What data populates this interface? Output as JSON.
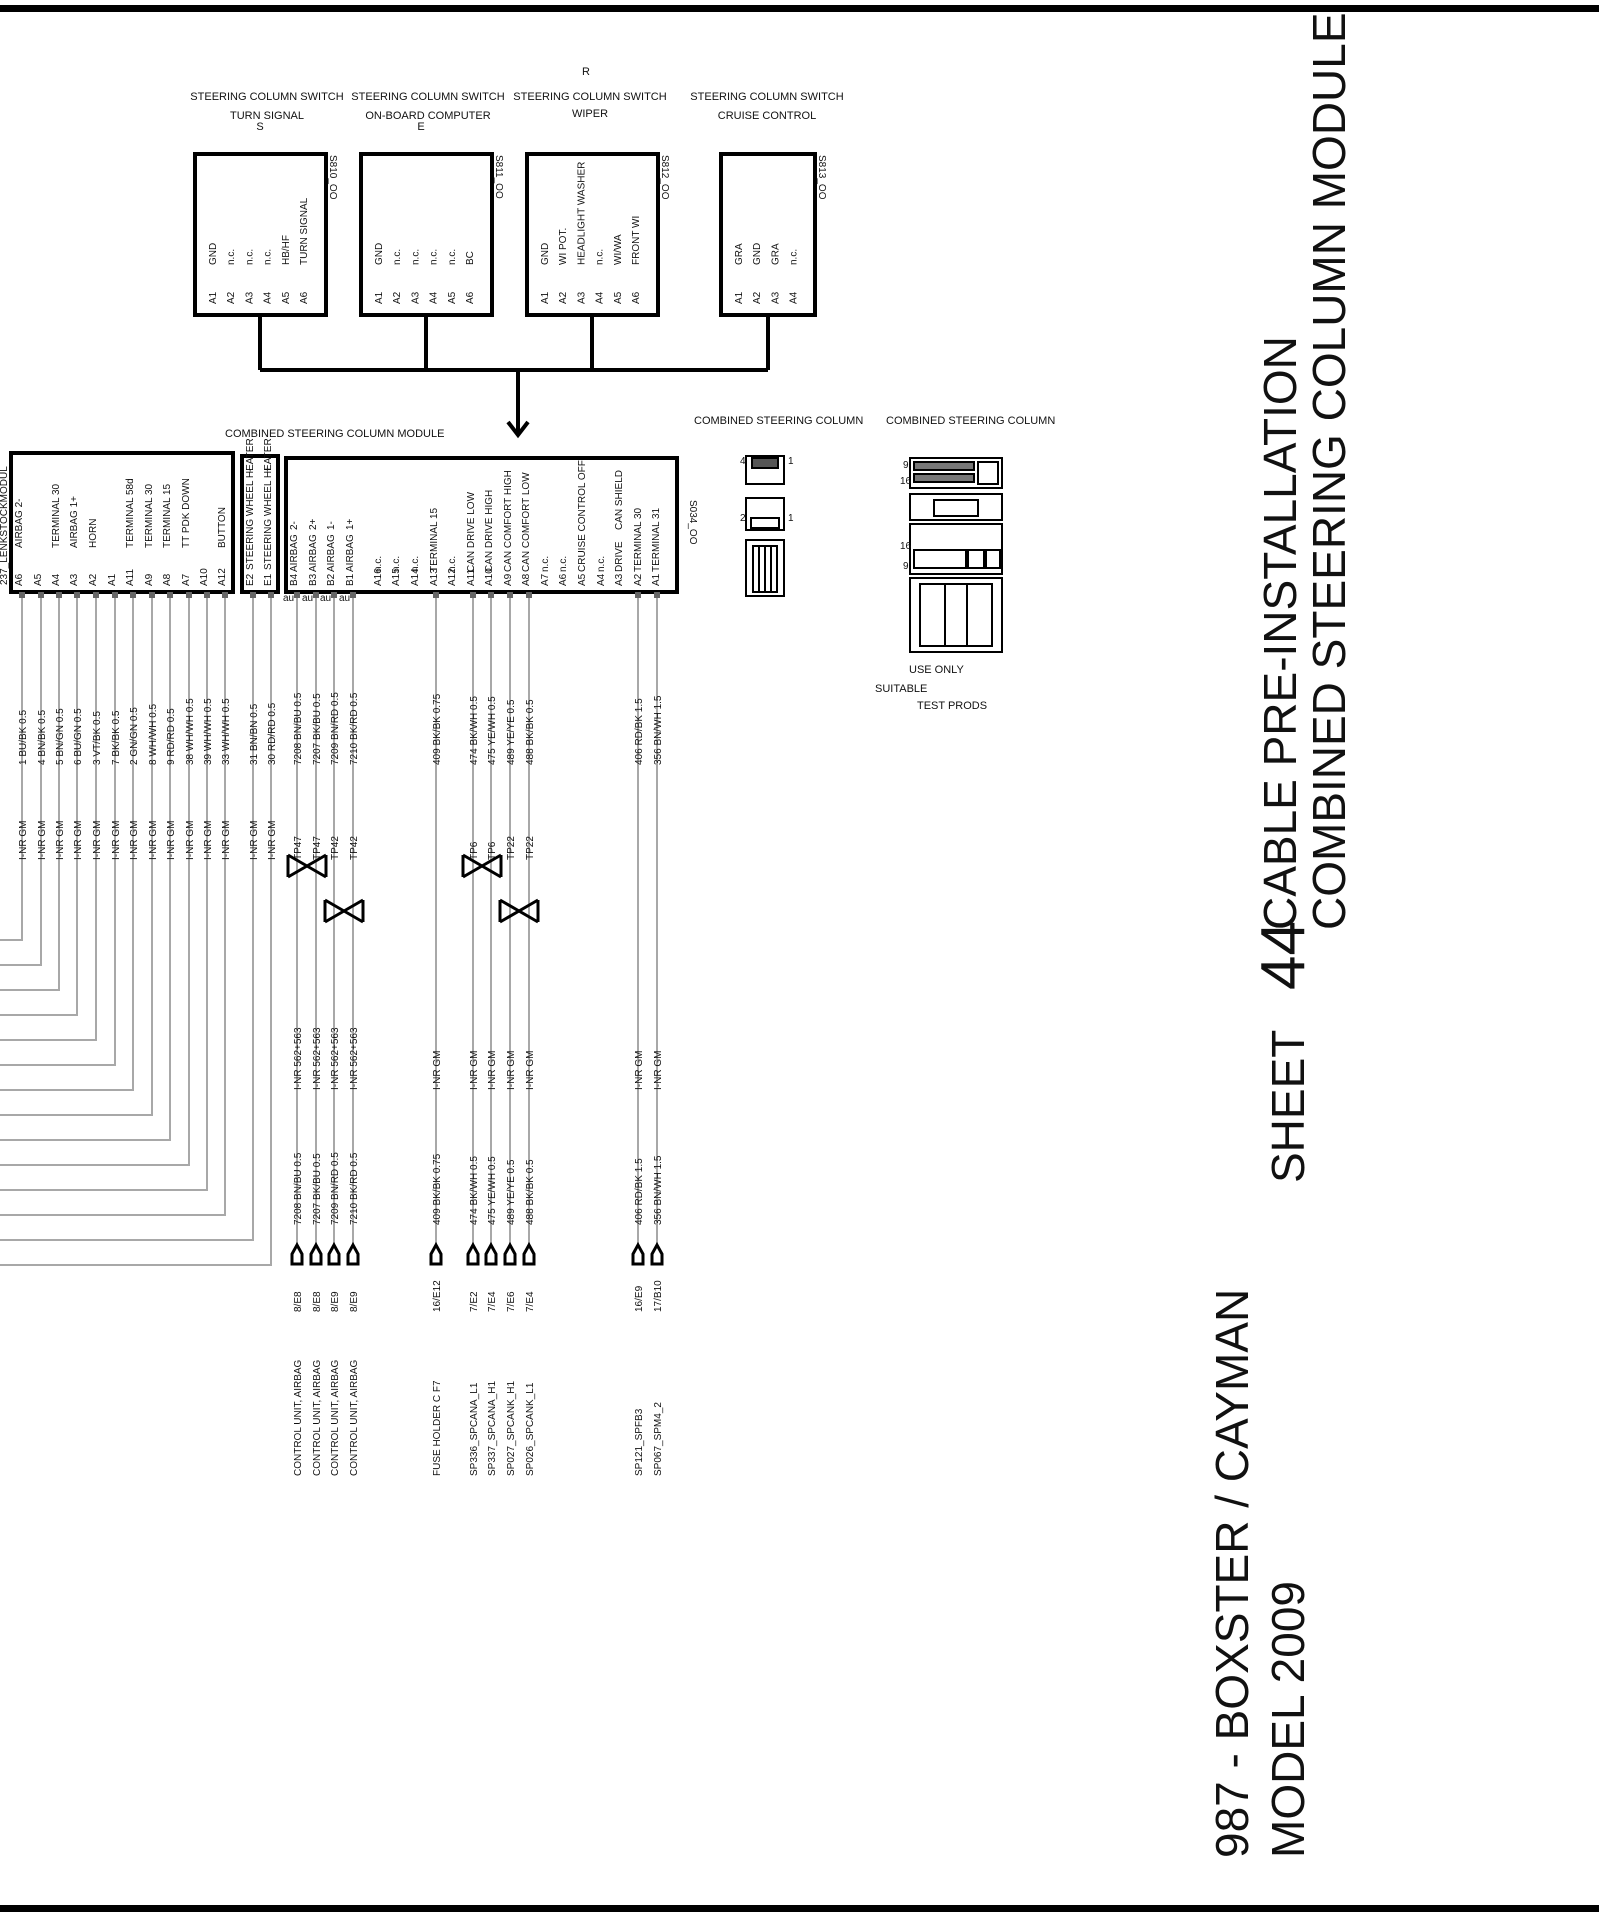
{
  "switches": [
    {
      "header": "STEERING COLUMN SWITCH",
      "sub": "TURN SIGNAL",
      "letter": "S",
      "code": "S810_OO",
      "pins": [
        [
          "A1",
          "GND"
        ],
        [
          "A2",
          "n.c."
        ],
        [
          "A3",
          "n.c."
        ],
        [
          "A4",
          "n.c."
        ],
        [
          "A5",
          "HB/HF"
        ],
        [
          "A6",
          "TURN SIGNAL"
        ]
      ]
    },
    {
      "header": "STEERING COLUMN SWITCH",
      "sub": "ON-BOARD COMPUTER",
      "letter": "E",
      "code": "S811_OO",
      "pins": [
        [
          "A1",
          "GND"
        ],
        [
          "A2",
          "n.c."
        ],
        [
          "A3",
          "n.c."
        ],
        [
          "A4",
          "n.c."
        ],
        [
          "A5",
          "n.c."
        ],
        [
          "A6",
          "BC"
        ]
      ]
    },
    {
      "header": "STEERING COLUMN SWITCH",
      "sub": "WIPER",
      "letter": "R",
      "code": "S812_OO",
      "pins": [
        [
          "A1",
          "GND"
        ],
        [
          "A2",
          "WI POT."
        ],
        [
          "A3",
          "HEADLIGHT WASHER"
        ],
        [
          "A4",
          "n.c."
        ],
        [
          "A5",
          "WI/WA"
        ],
        [
          "A6",
          "FRONT WI"
        ]
      ]
    },
    {
      "header": "STEERING COLUMN SWITCH",
      "sub": "CRUISE CONTROL",
      "letter": "",
      "code": "S813_OO",
      "pins": [
        [
          "A1",
          "GRA"
        ],
        [
          "A2",
          "GND"
        ],
        [
          "A3",
          "GRA"
        ],
        [
          "A4",
          "n.c."
        ]
      ]
    }
  ],
  "module": {
    "title": "COMBINED STEERING COLUMN MODULE",
    "left_code": "237_LENKSTOCKMODUL",
    "right_code": "S034_OO",
    "left_pins": [
      [
        "A6",
        "AIRBAG 2-"
      ],
      [
        "A5",
        ""
      ],
      [
        "A4",
        "TERMINAL 30"
      ],
      [
        "A3",
        "AIRBAG 1+"
      ],
      [
        "A2",
        "HORN"
      ],
      [
        "A1",
        ""
      ],
      [
        "A11",
        "TERMINAL 58d"
      ],
      [
        "A9",
        "TERMINAL 30"
      ],
      [
        "A8",
        "TERMINAL 15"
      ],
      [
        "A7",
        "TT PDK DOWN"
      ],
      [
        "A10",
        ""
      ],
      [
        "A12",
        "BUTTON"
      ]
    ],
    "heater_pins": [
      [
        "E2",
        "STEERING WHEEL HEATER",
        "-"
      ],
      [
        "E1",
        "STEERING WHEEL HEATER",
        "+"
      ]
    ],
    "right_pins": [
      [
        "B4",
        "AIRBAG",
        "2-"
      ],
      [
        "B3",
        "AIRBAG",
        "2+"
      ],
      [
        "B2",
        "AIRBAG",
        "1-"
      ],
      [
        "B1",
        "AIRBAG",
        "1+"
      ],
      [
        "A16",
        "n.c.",
        ""
      ],
      [
        "A15",
        "n.c.",
        ""
      ],
      [
        "A14",
        "n.c.",
        ""
      ],
      [
        "A13",
        "TERMINAL 15",
        ""
      ],
      [
        "A12",
        "n.c.",
        ""
      ],
      [
        "A11",
        "CAN DRIVE LOW",
        ""
      ],
      [
        "A10",
        "CAN DRIVE HIGH",
        ""
      ],
      [
        "A9",
        "CAN COMFORT HIGH",
        ""
      ],
      [
        "A8",
        "CAN COMFORT LOW",
        ""
      ],
      [
        "A7",
        "n.c.",
        ""
      ],
      [
        "A6",
        "n.c.",
        ""
      ],
      [
        "A5",
        "CRUISE CONTROL OFF",
        ""
      ],
      [
        "A4",
        "n.c.",
        ""
      ],
      [
        "A3",
        "DRIVE",
        "CAN SHIELD"
      ],
      [
        "A2",
        "TERMINAL 30",
        ""
      ],
      [
        "A1",
        "TERMINAL 31",
        ""
      ]
    ],
    "au_label": "au"
  },
  "connectors": {
    "label1": "COMBINED STEERING COLUMN",
    "label2": "COMBINED STEERING COLUMN",
    "use_only": "USE ONLY",
    "suitable": "SUITABLE",
    "test_prods": "TEST PRODS",
    "nums": [
      "4",
      "1",
      "2",
      "1",
      "9",
      "16",
      "16",
      "9"
    ]
  },
  "left_wires": [
    {
      "wire": "1 BU/BK 0.5",
      "tag": "I-NR GM"
    },
    {
      "wire": "4 BN/BK 0.5",
      "tag": "I-NR GM"
    },
    {
      "wire": "5 BN/GN 0.5",
      "tag": "I-NR GM"
    },
    {
      "wire": "6 BU/GN 0.5",
      "tag": "I-NR GM"
    },
    {
      "wire": "3 VT/BK 0.5",
      "tag": "I-NR GM"
    },
    {
      "wire": "7 BK/BK 0.5",
      "tag": "I-NR GM"
    },
    {
      "wire": "2 GN/GN 0.5",
      "tag": "I-NR GM"
    },
    {
      "wire": "8 WH/WH 0.5",
      "tag": "I-NR GM"
    },
    {
      "wire": "9 RD/RD 0.5",
      "tag": "I-NR GM"
    },
    {
      "wire": "38 WH/WH 0.5",
      "tag": "I-NR GM"
    },
    {
      "wire": "39 WH/WH 0.5",
      "tag": "I-NR GM"
    },
    {
      "wire": "33 WH/WH 0.5",
      "tag": "I-NR GM"
    },
    {
      "wire": "31 BN/BN 0.5",
      "tag": "I-NR GM"
    },
    {
      "wire": "30 RD/RD 0.5",
      "tag": "I-NR GM"
    }
  ],
  "right_wires": [
    {
      "wire": "7208 BN/BU 0.5",
      "tp": "TP47",
      "mid": "I-NR 562+563",
      "wire2": "7208 BN/BU 0.5",
      "loc": "8/E8",
      "dest": "CONTROL UNIT, AIRBAG"
    },
    {
      "wire": "7207 BK/BU 0.5",
      "tp": "TP47",
      "mid": "I-NR 562+563",
      "wire2": "7207 BK/BU 0.5",
      "loc": "8/E8",
      "dest": "CONTROL UNIT, AIRBAG"
    },
    {
      "wire": "7209 BN/RD 0.5",
      "tp": "TP42",
      "mid": "I-NR 562+563",
      "wire2": "7209 BN/RD 0.5",
      "loc": "8/E9",
      "dest": "CONTROL UNIT, AIRBAG"
    },
    {
      "wire": "7210 BK/RD 0.5",
      "tp": "TP42",
      "mid": "I-NR 562+563",
      "wire2": "7210 BK/RD 0.5",
      "loc": "8/E9",
      "dest": "CONTROL UNIT, AIRBAG"
    },
    {
      "wire": "409 BK/BK 0.75",
      "tp": "",
      "mid": "I-NR GM",
      "wire2": "409 BK/BK 0.75",
      "loc": "16/E12",
      "dest": "FUSE HOLDER C     F7"
    },
    {
      "wire": "474 BK/WH 0.5",
      "tp": "TP6",
      "mid": "I-NR GM",
      "wire2": "474 BK/WH 0.5",
      "loc": "7/E2",
      "dest": "SP336_SPCANA_L1"
    },
    {
      "wire": "475 YE/WH 0.5",
      "tp": "TP6",
      "mid": "I-NR GM",
      "wire2": "475 YE/WH 0.5",
      "loc": "7/E4",
      "dest": "SP337_SPCANA_H1"
    },
    {
      "wire": "489 YE/YE 0.5",
      "tp": "TP22",
      "mid": "I-NR GM",
      "wire2": "489 YE/YE 0.5",
      "loc": "7/E6",
      "dest": "SP027_SPCANK_H1"
    },
    {
      "wire": "488 BK/BK 0.5",
      "tp": "TP22",
      "mid": "I-NR GM",
      "wire2": "488 BK/BK 0.5",
      "loc": "7/E4",
      "dest": "SP026_SPCANK_L1"
    },
    {
      "wire": "406 RD/BK 1.5",
      "tp": "",
      "mid": "I-NR GM",
      "wire2": "406 RD/BK 1.5",
      "loc": "16/E9",
      "dest": "SP121_SPFB3"
    },
    {
      "wire": "356 BN/WH 1.5",
      "tp": "",
      "mid": "I-NR GM",
      "wire2": "356 BN/WH 1.5",
      "loc": "17/B10",
      "dest": "SP067_SPM4_2"
    }
  ],
  "title_block": {
    "model_line1": "987 - BOXSTER / CAYMAN",
    "model_line2": "MODEL 2009",
    "sheet_label": "SHEET",
    "sheet_number": "44",
    "title_line1": "CABLE PRE-INSTALLATION",
    "title_line2": "COMBINED STEERING COLUMN MODULE"
  }
}
